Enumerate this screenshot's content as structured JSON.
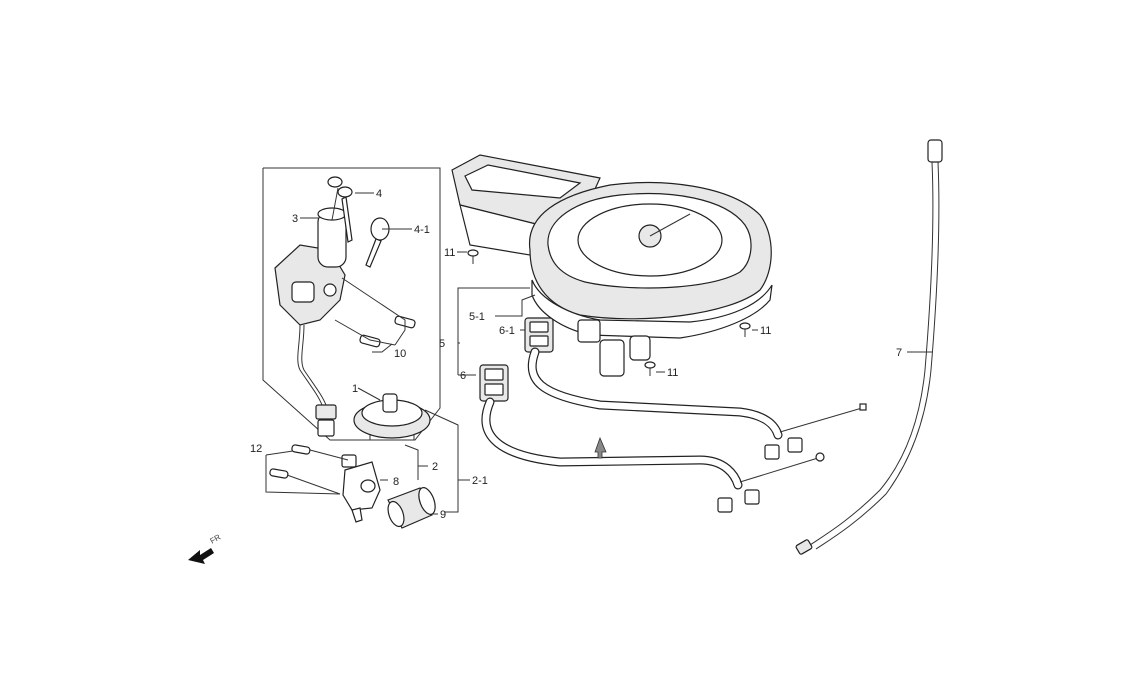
{
  "labels": {
    "p1": "1",
    "p2": "2",
    "p2_1": "2-1",
    "p3": "3",
    "p4": "4",
    "p4_1": "4-1",
    "p5": "5",
    "p5_1": "5-1",
    "p6": "6",
    "p6_1": "6-1",
    "p7": "7",
    "p8": "8",
    "p9": "9",
    "p10": "10",
    "p11a": "11",
    "p11b": "11",
    "p11c": "11",
    "p12": "12"
  },
  "direction": {
    "front_label": "FR"
  },
  "colors": {
    "line": "#222222",
    "background": "#ffffff"
  }
}
